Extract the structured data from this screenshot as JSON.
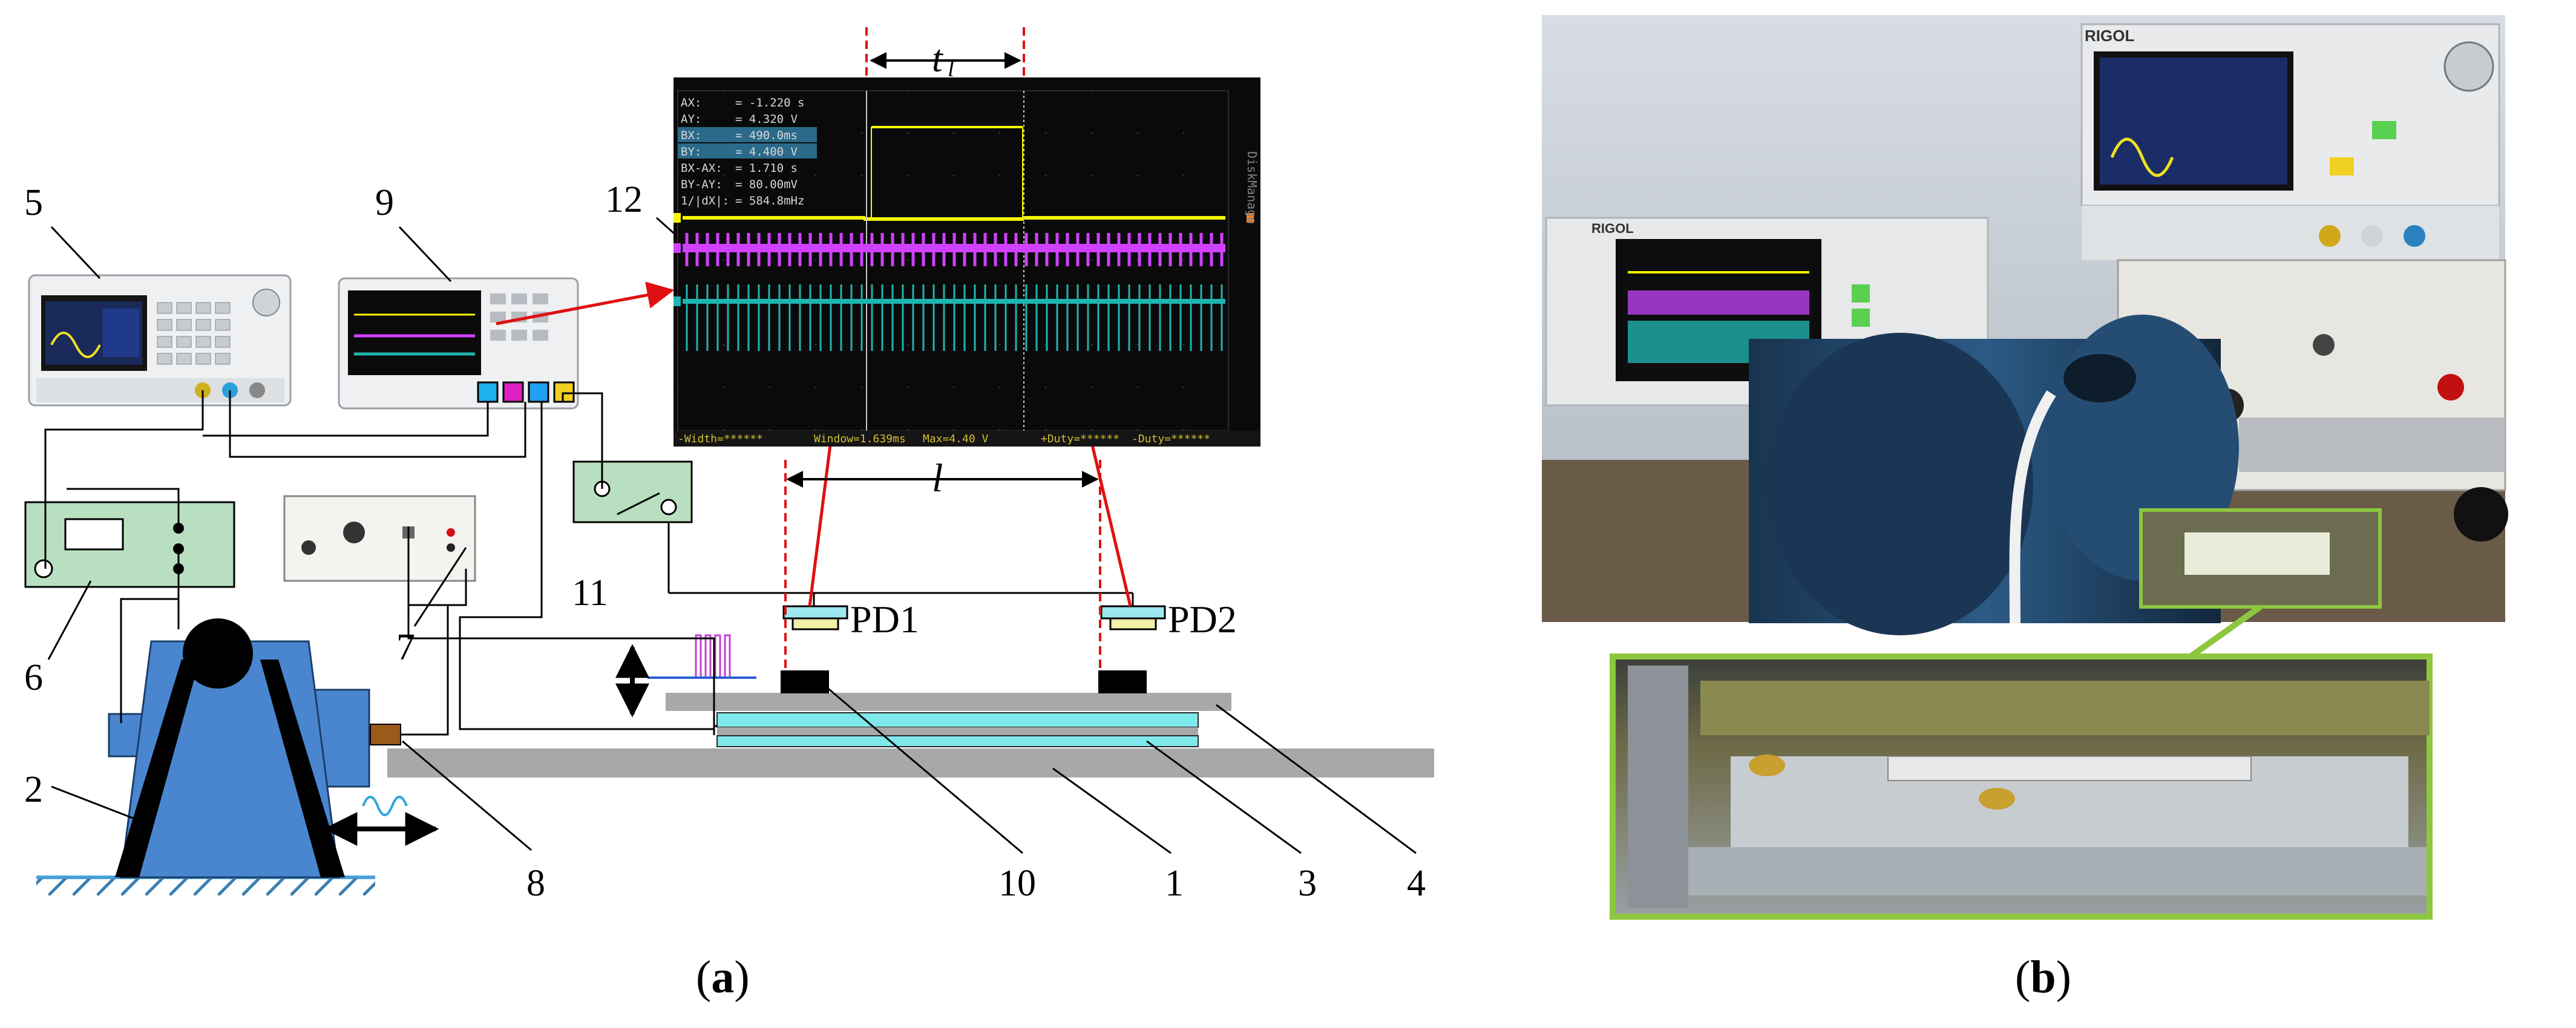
{
  "panel_a": {
    "callouts": {
      "n1": "1",
      "n2": "2",
      "n3": "3",
      "n4": "4",
      "n5": "5",
      "n6": "6",
      "n7": "7",
      "n8": "8",
      "n9": "9",
      "n10": "10",
      "n11": "11",
      "n12": "12"
    },
    "pd1_label": "PD1",
    "pd2_label": "PD2",
    "tl_label": "t",
    "tl_sub": "l",
    "l_label": "l",
    "caption_open": "(",
    "caption_letter": "a",
    "caption_close": ")",
    "scope": {
      "side_label": "DiskManage",
      "cursor_readout": [
        {
          "k": "AX:",
          "v": "-1.220 s"
        },
        {
          "k": "AY:",
          "v": "4.320 V"
        },
        {
          "k": "BX:",
          "v": "490.0ms"
        },
        {
          "k": "BY:",
          "v": "4.400 V"
        },
        {
          "k": "BX-AX:",
          "v": "1.710 s"
        },
        {
          "k": "BY-AY:",
          "v": "80.00mV"
        },
        {
          "k": "1/|dX|:",
          "v": "584.8mHz"
        }
      ],
      "bottom_bar": [
        "-Width=******",
        "Window=1.639ms",
        "Max=4.40 V",
        "+Duty=******",
        "-Duty=******"
      ],
      "colors": {
        "ch1": "#f5f500",
        "ch2": "#d040ff",
        "ch3": "#1fb5b0",
        "background": "#0a0a0a"
      }
    }
  },
  "panel_b": {
    "caption_open": "(",
    "caption_letter": "b",
    "caption_close": ")",
    "brand": "RIGOL",
    "inset_border_color": "#8dc63f"
  },
  "colors": {
    "shaker_blue": "#4a86d0",
    "beam_cyan": "#7fe8ec",
    "rail_gray": "#a8a8a8",
    "arrow_red": "#e01010",
    "device_green": "#b8e0c0"
  }
}
